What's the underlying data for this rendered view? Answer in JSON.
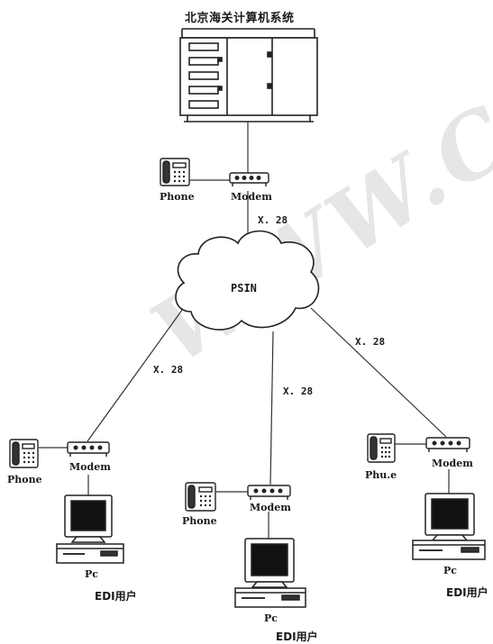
{
  "title": "北京海关计算机系统",
  "network_label": "PSIN",
  "protocol_labels": {
    "center_top": "X. 28",
    "left": "X. 28",
    "middle": "X. 28",
    "right": "X. 28"
  },
  "device_labels": {
    "phone": "Phone",
    "modem": "Modem",
    "pc": "Pc",
    "edi_user": "EDI用户",
    "right_phone_variant": "Phu.e"
  },
  "watermark_text": "WWW.C"
}
